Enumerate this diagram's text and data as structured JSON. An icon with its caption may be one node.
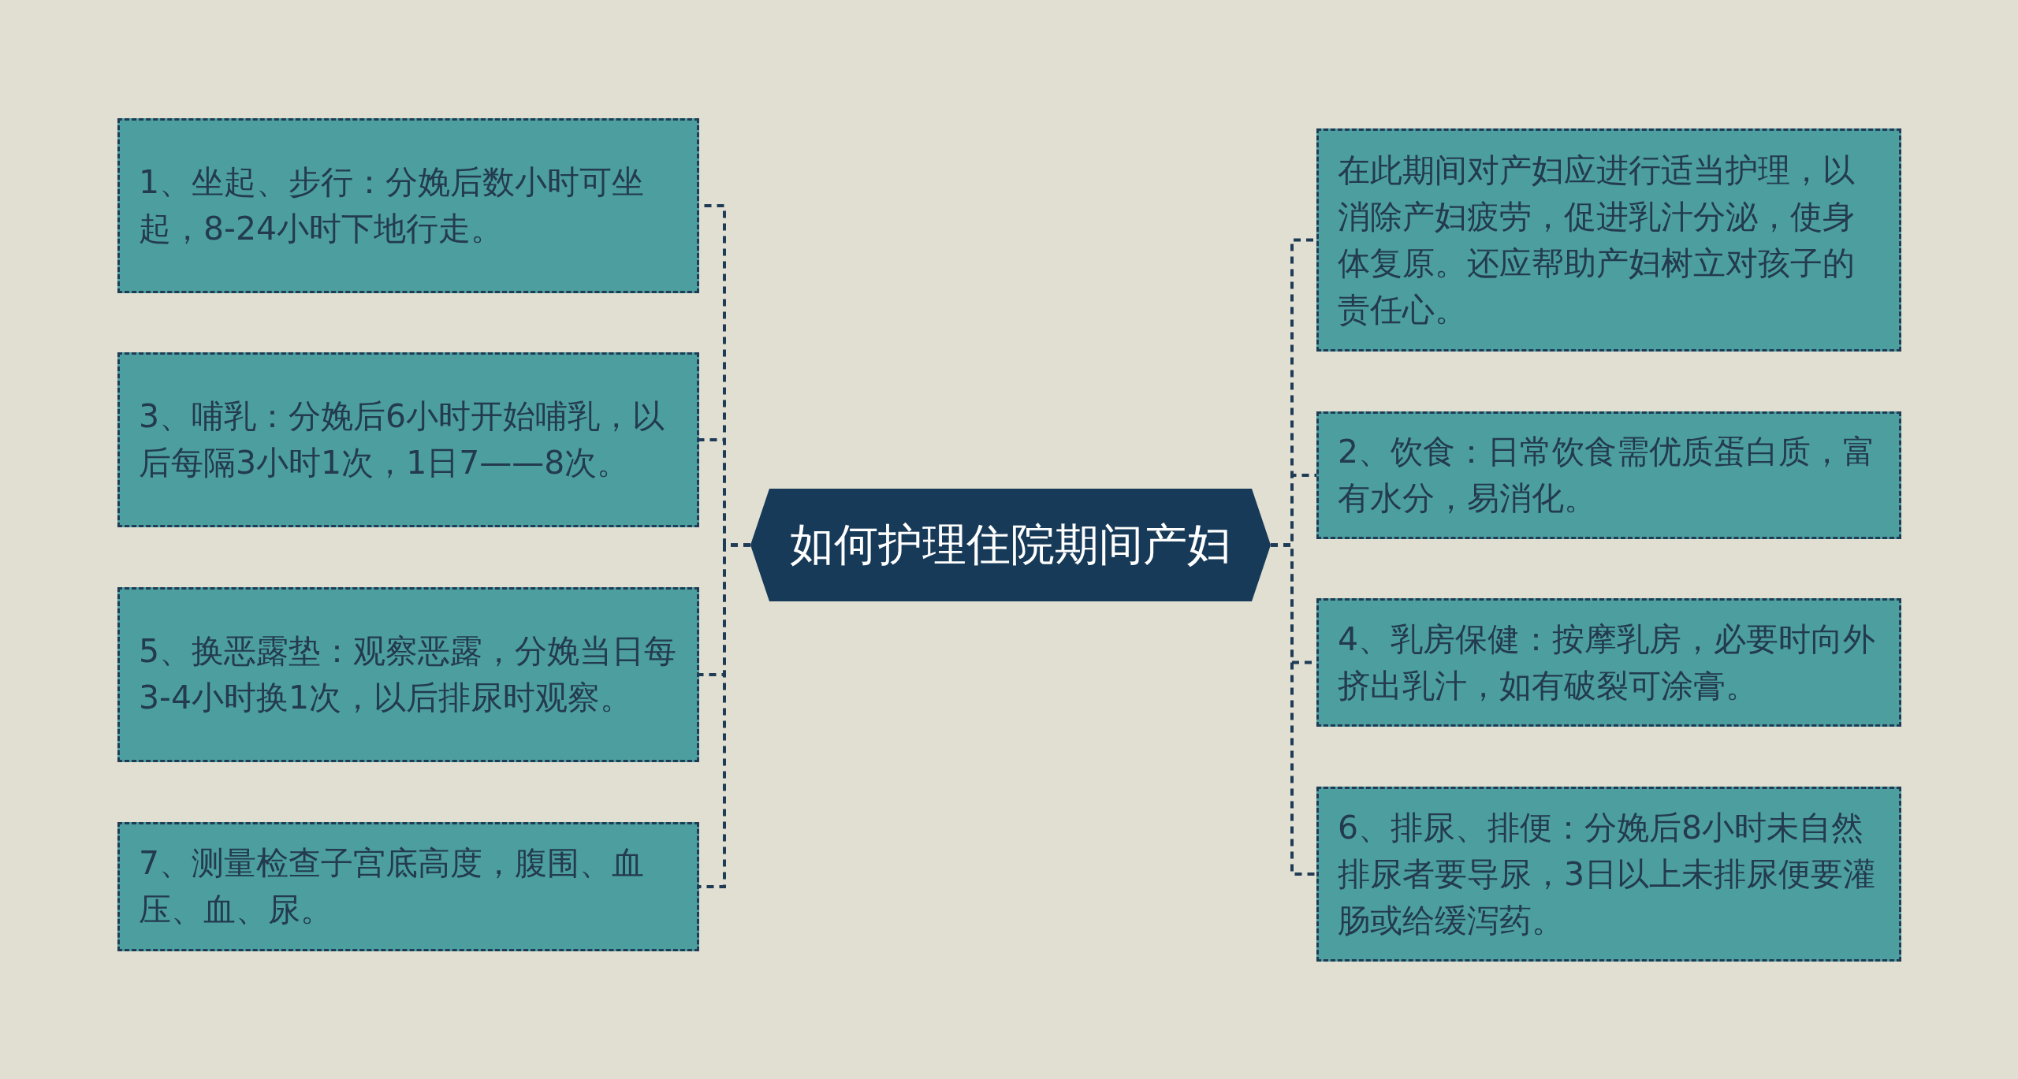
{
  "diagram": {
    "nodes": [
      {
        "text": [
          "如何护理住院期间产妇"
        ]
      },
      {
        "text": [
          "1、坐起、步行：分娩后数小时可坐起，8-24小时下地行走。"
        ]
      },
      {
        "text": [
          "3、哺乳：分娩后6小时开始哺乳，以后每隔3小时1次，1日7——8次。"
        ]
      },
      {
        "text": [
          "5、换恶露垫：观察恶露，分娩当日每3-4小时换1次，以后排尿时观察。"
        ]
      },
      {
        "text": [
          "7、测量检查子宫底高度，腹围、血压、血、尿。"
        ]
      },
      {
        "text": [
          "在此期间对产妇应进行适当护理，以消除产妇疲劳，促进乳汁分泌，使身体复原。还应帮助产妇树立对孩子的责任心。"
        ]
      },
      {
        "text": [
          "2、饮食：日常饮食需优质蛋白质，富有水分，易消化。"
        ]
      },
      {
        "text": [
          "4、乳房保健：按摩乳房，必要时向外挤出乳汁，如有破裂可涂膏。"
        ]
      },
      {
        "text": [
          "6、排尿、排便：分娩后8小时未自然排尿者要导尿，3日以上未排尿便要灌肠或给缓泻药。"
        ]
      }
    ],
    "edges": [
      {
        "from": 0,
        "to": 1,
        "arrow": "none",
        "style": "dashed"
      },
      {
        "from": 0,
        "to": 2,
        "arrow": "none",
        "style": "dashed"
      },
      {
        "from": 0,
        "to": 3,
        "arrow": "none",
        "style": "dashed"
      },
      {
        "from": 0,
        "to": 4,
        "arrow": "none",
        "style": "dashed"
      },
      {
        "from": 0,
        "to": 5,
        "arrow": "none",
        "style": "dashed"
      },
      {
        "from": 0,
        "to": 6,
        "arrow": "none",
        "style": "dashed"
      },
      {
        "from": 0,
        "to": 7,
        "arrow": "none",
        "style": "dashed"
      },
      {
        "from": 0,
        "to": 8,
        "arrow": "none",
        "style": "dashed"
      }
    ]
  }
}
